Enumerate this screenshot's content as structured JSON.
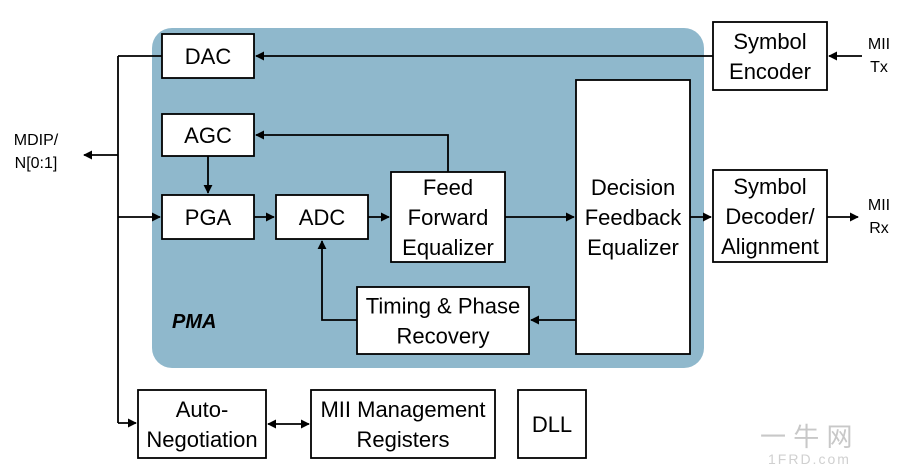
{
  "colors": {
    "pma_fill": "#8fb8cc",
    "box_fill": "#ffffff",
    "stroke": "#000000"
  },
  "region": {
    "label": "PMA"
  },
  "boxes": {
    "dac": [
      "DAC"
    ],
    "agc": [
      "AGC"
    ],
    "pga": [
      "PGA"
    ],
    "adc": [
      "ADC"
    ],
    "ffe": [
      "Feed",
      "Forward",
      "Equalizer"
    ],
    "dfe": [
      "Decision",
      "Feedback",
      "Equalizer"
    ],
    "timing": [
      "Timing & Phase",
      "Recovery"
    ],
    "sym_enc": [
      "Symbol",
      "Encoder"
    ],
    "sym_dec": [
      "Symbol",
      "Decoder/",
      "Alignment"
    ],
    "autoneg": [
      "Auto-",
      "Negotiation"
    ],
    "mii_mgmt": [
      "MII  Management",
      "Registers"
    ],
    "dll": [
      "DLL"
    ]
  },
  "side_labels": {
    "mdip": [
      "MDIP/",
      "N[0:1]"
    ],
    "mii_tx": [
      "MII",
      "Tx"
    ],
    "mii_rx": [
      "MII",
      "Rx"
    ]
  },
  "watermark": {
    "text": "一 牛 网",
    "sub": "1FRD.com"
  }
}
